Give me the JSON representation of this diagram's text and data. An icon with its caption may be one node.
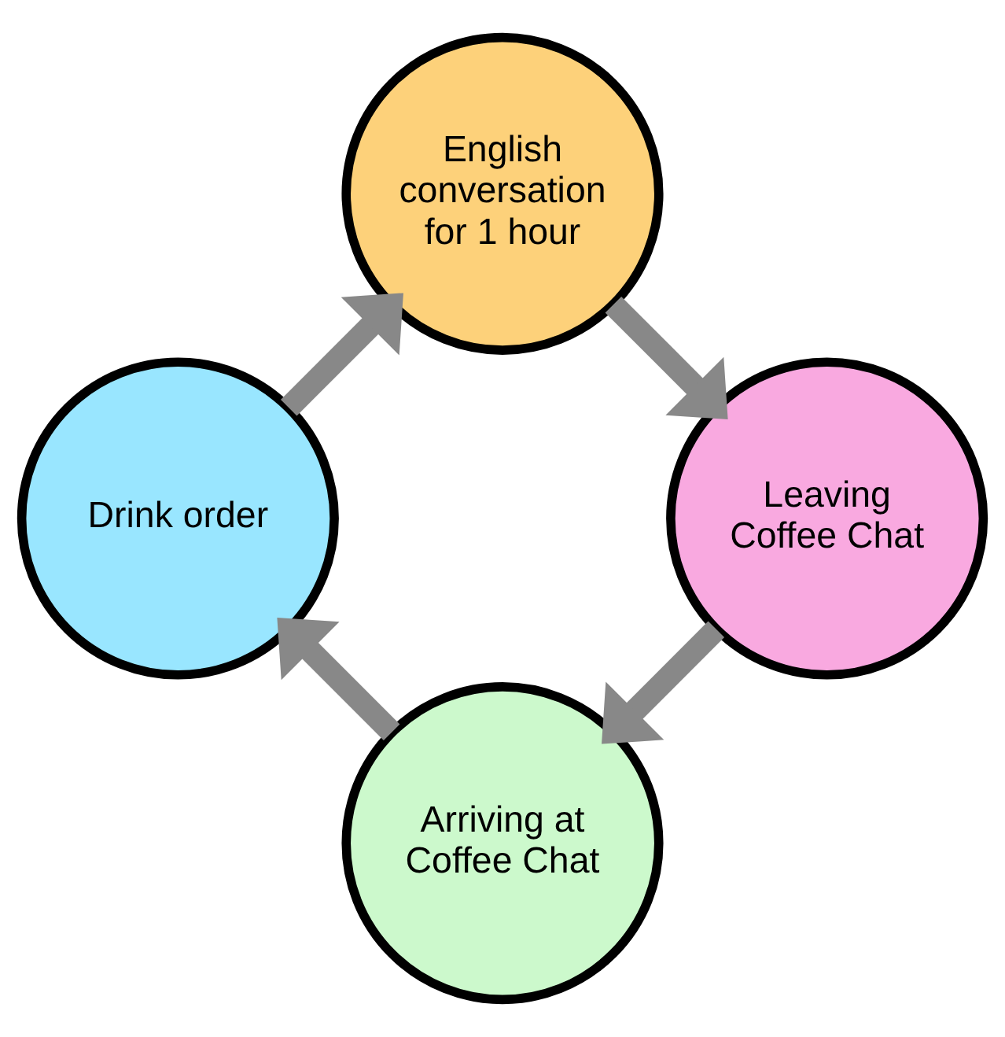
{
  "diagram": {
    "nodes": [
      {
        "text": [
          "Arriving at Coffee Chat"
        ]
      },
      {
        "text": [
          "Drink order"
        ]
      },
      {
        "text": [
          "English conversation for 1 hour"
        ]
      },
      {
        "text": [
          "Leaving Coffee Chat"
        ]
      }
    ],
    "edges": [
      {
        "from": 0,
        "to": 1,
        "arrow": "to"
      },
      {
        "from": 1,
        "to": 2,
        "arrow": "to"
      },
      {
        "from": 2,
        "to": 3,
        "arrow": "to"
      },
      {
        "from": 3,
        "to": 0,
        "arrow": "to"
      }
    ]
  }
}
